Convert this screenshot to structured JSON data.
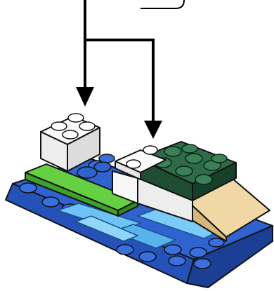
{
  "diagram": {
    "kind": "lego-build-instruction-step",
    "arrow_count": 2,
    "parts_added": [
      "white-2x2-brick",
      "white-1x2-plate"
    ],
    "colors": {
      "outline": "#111111",
      "arrow": "#000000",
      "base_blue": "#2a5ac8",
      "base_blue_dark": "#173a8c",
      "green_tile": "#5fc83c",
      "dark_green": "#245238",
      "white_part": "#f2f2f2",
      "tan": "#e6c98f",
      "trans_light_blue": "#5fb8f0"
    }
  }
}
